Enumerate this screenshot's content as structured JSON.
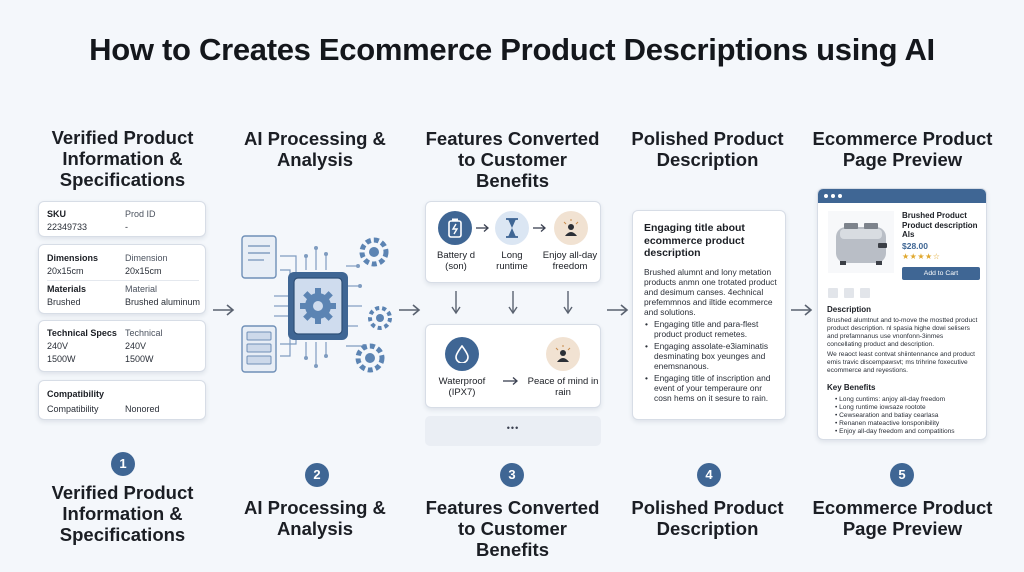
{
  "title": "How to Creates Ecommerce Product Descriptions using AI",
  "columns": [
    {
      "top_label": "Verified Product Information & Specifications",
      "bottom_label": "Verified Product Information & Specifications",
      "step": "1"
    },
    {
      "top_label": "AI Processing & Analysis",
      "bottom_label": "AI Processing & Analysis",
      "step": "2"
    },
    {
      "top_label": "Features Converted to Customer Benefits",
      "bottom_label": "Features Converted to Customer Benefits",
      "step": "3"
    },
    {
      "top_label": "Polished Product Description",
      "bottom_label": "Polished Product Description",
      "step": "4"
    },
    {
      "top_label": "Ecommerce Product Page Preview",
      "bottom_label": "Ecommerce Product Page Preview",
      "step": "5"
    }
  ],
  "specs": {
    "sku_label": "SKU",
    "sku_value": "22349733",
    "prod_id_label": "Prod ID",
    "prod_id_value": "-",
    "dim_label": "Dimensions",
    "dim_value": "20x15cm",
    "dim_label2": "Dimension",
    "dim_value2": "20x15cm",
    "mat_label": "Materials",
    "mat_value": "Brushed",
    "mat_label2": "Material",
    "mat_value2": "Brushed aluminum",
    "tech_label": "Technical Specs",
    "tech_label2": "Technical",
    "volt_value": "240V",
    "volt_value2": "240V",
    "watt_value": "1500W",
    "watt_value2": "1500W",
    "compat_title": "Compatibility",
    "compat_label": "Compatibility",
    "compat_value": "Nonored"
  },
  "features": {
    "battery": "Battery d (son)",
    "runtime": "Long runtime",
    "freedom": "Enjoy all-day freedom",
    "waterproof": "Waterproof (IPX7)",
    "peace": "Peace of mind in rain",
    "more": "•••"
  },
  "description": {
    "title": "Engaging title about ecommerce product description",
    "body": "Brushed alumnt and lony metation products anmn one trotated product and desimum canses. 4echnical prefemmnos and iltide ecommerce and solutions.",
    "bullet1": "Engaging title and para-flest product product remetes.",
    "bullet2": "Engaging assolate-e3iaminatis desminating box yeunges and enemsnanous.",
    "bullet3": "Engaging title of inscription and event of your temperaure onr cosn hems on it sesure to rain."
  },
  "preview": {
    "product_title": "Brushed Product Product description Als",
    "price": "$28.00",
    "stars": "★★★★☆",
    "cart_button": "Add to Cart",
    "desc_heading": "Description",
    "desc_body1": "Brushed alumtnut and to-move the mostted product product description. nl spasia highe dowi selisers and prefamnanus use vnonfonn-3inmes concellating product and description.",
    "desc_body2": "We reaoct least contvat shiintennance and product emis travic discempawsvt; ms trihrine foxecutive ecommerce and reyestions.",
    "benefits_heading": "Key Benefits",
    "benefit1": "Long cuntims: anjoy all-day freedom",
    "benefit2": "Long runtime iowsaze rootote",
    "benefit3": "Cewsearation and batiay cearlasa",
    "benefit4": "Renanen mateactive lonsponibility",
    "benefit5": "Enjoy all-day freedom and compatitions"
  },
  "colors": {
    "accent": "#3f6694",
    "light_blue": "#dbe6f3",
    "peach": "#f1e2d2",
    "gear": "#5c84b3",
    "star": "#e0a82e"
  }
}
